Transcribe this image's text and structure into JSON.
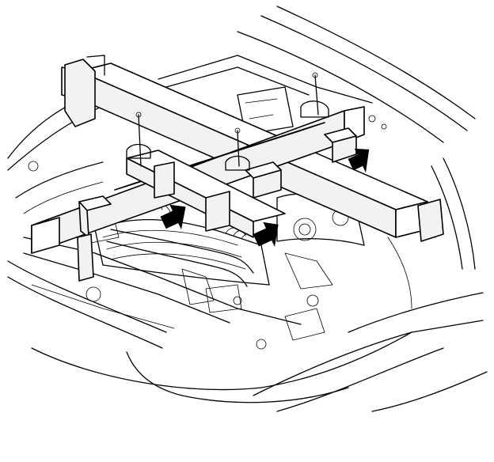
{
  "figure": {
    "subject": "engine-support-fixture-over-engine-bay",
    "callouts": [
      {
        "name": "arrow-right-mount",
        "direction": "down-left"
      },
      {
        "name": "arrow-left-mount",
        "direction": "down-left"
      },
      {
        "name": "arrow-center-mount",
        "direction": "down-left"
      }
    ],
    "colors": {
      "line": "#000000",
      "background": "#ffffff"
    }
  }
}
